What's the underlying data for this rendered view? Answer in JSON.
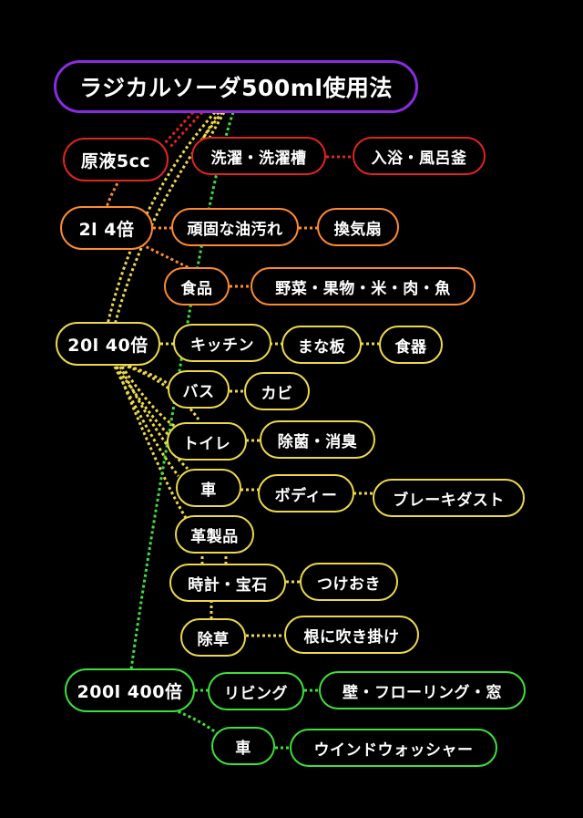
{
  "colors": {
    "purple": "#8a2be2",
    "red": "#e0251c",
    "orange": "#ff8a30",
    "yellow": "#ecd84a",
    "green": "#3ee03a"
  },
  "title": "ラジカルソーダ500ml使用法",
  "nodes": {
    "genneki": "原液5cc",
    "sentaku": "洗濯・洗濯槽",
    "nyuyoku": "入浴・風呂釜",
    "nibai": "2l 4倍",
    "ganko": "頑固な油汚れ",
    "kankisen": "換気扇",
    "shokuhin": "食品",
    "yasai": "野菜・果物・米・肉・魚",
    "nijubai": "20l 40倍",
    "kitchen": "キッチン",
    "manaita": "まな板",
    "shokki": "食器",
    "bath": "バス",
    "kabi": "カビ",
    "toilet": "トイレ",
    "jokin": "除菌・消臭",
    "kuruma1": "車",
    "body": "ボディー",
    "brake": "ブレーキダスト",
    "kawa": "革製品",
    "tokei": "時計・宝石",
    "tsukeoki": "つけおき",
    "josou": "除草",
    "fukikake": "根に吹き掛け",
    "nihyakubai": "200l 400倍",
    "living": "リビング",
    "kabe": "壁・フローリング・窓",
    "kuruma2": "車",
    "window": "ウインドウォッシャー"
  }
}
